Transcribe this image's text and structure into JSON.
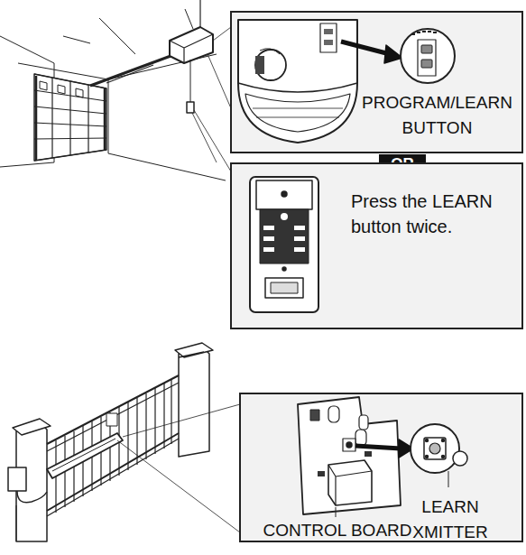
{
  "diagram": {
    "nodes": [
      {
        "text": [
          "PROGRAM/LEARN BUTTON"
        ]
      },
      {
        "text": [
          "OR"
        ]
      },
      {
        "text": [
          "Press the LEARN button twice."
        ]
      },
      {
        "text": [
          "LEARN XMITTER",
          "CONTROL BOARD"
        ]
      }
    ]
  }
}
